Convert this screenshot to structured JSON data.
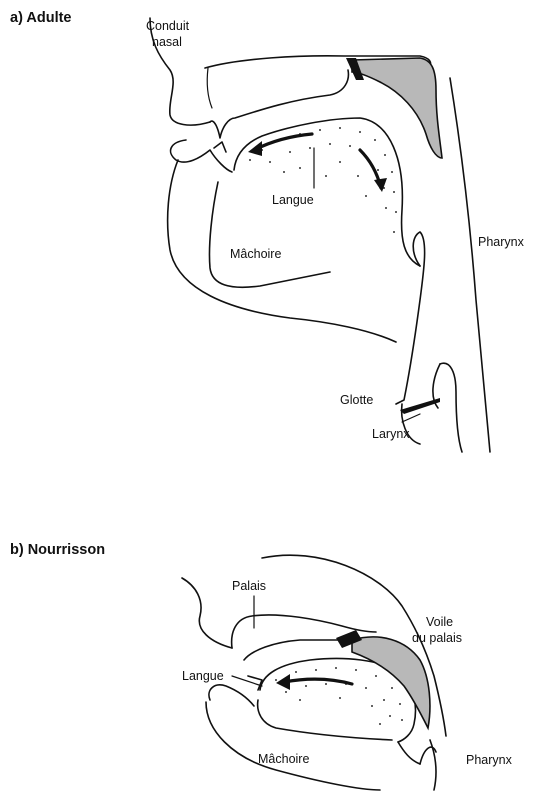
{
  "panels": {
    "adult": {
      "title": "a) Adulte",
      "labels": {
        "nasal_line1": "Conduit",
        "nasal_line2": "nasal",
        "tongue": "Langue",
        "jaw": "Mâchoire",
        "pharynx": "Pharynx",
        "glottis": "Glotte",
        "larynx": "Larynx"
      }
    },
    "infant": {
      "title": "b) Nourrisson",
      "labels": {
        "palate": "Palais",
        "velum_line1": "Voile",
        "velum_line2": "du palais",
        "tongue": "Langue",
        "jaw": "Mâchoire",
        "pharynx": "Pharynx"
      }
    }
  },
  "colors": {
    "ink": "#111111",
    "velum_fill": "#b8b8b8",
    "background": "#ffffff"
  }
}
